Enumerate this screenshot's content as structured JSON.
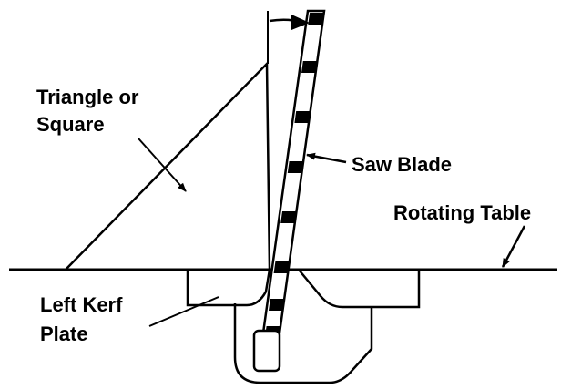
{
  "diagram": {
    "labels": {
      "triangle_line1": "Triangle or",
      "triangle_line2": "Square",
      "saw_blade": "Saw Blade",
      "rotating_table": "Rotating Table",
      "left_kerf_line1": "Left Kerf",
      "left_kerf_line2": "Plate"
    }
  }
}
